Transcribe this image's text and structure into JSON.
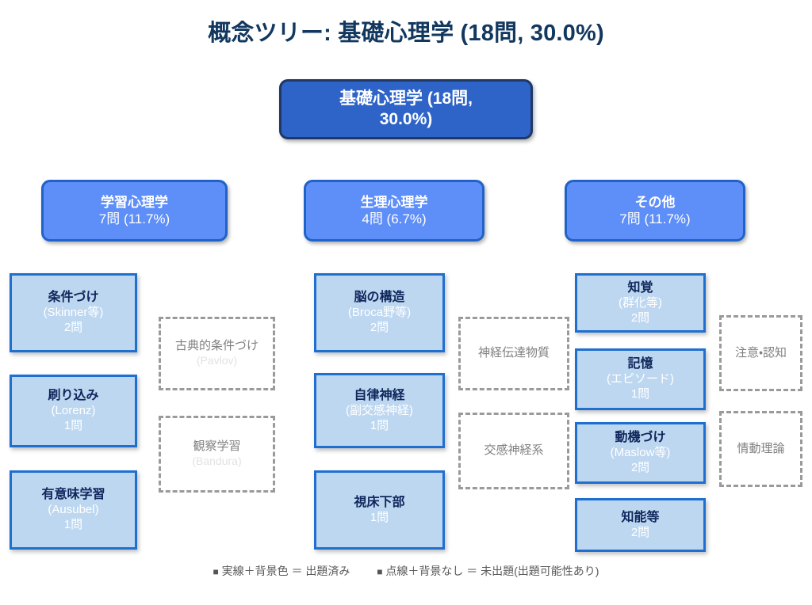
{
  "title": "概念ツリー: 基礎心理学 (18問, 30.0%)",
  "root": {
    "line1": "基礎心理学 (18問,",
    "line2": "30.0%)"
  },
  "categories": [
    {
      "name": "学習心理学",
      "stat": "7問 (11.7%)"
    },
    {
      "name": "生理心理学",
      "stat": "4問 (6.7%)"
    },
    {
      "name": "その他",
      "stat": "7問 (11.7%)"
    }
  ],
  "leaves_learning": [
    {
      "name": "条件づけ",
      "note": "(Skinner等)",
      "count": "2問"
    },
    {
      "name": "刷り込み",
      "note": "(Lorenz)",
      "count": "1問"
    },
    {
      "name": "有意味学習",
      "note": "(Ausubel)",
      "count": "1問"
    }
  ],
  "dashed_learning": [
    {
      "name": "古典的条件づけ",
      "note": "(Pavlov)"
    },
    {
      "name": "観察学習",
      "note": "(Bandura)"
    }
  ],
  "leaves_physio": [
    {
      "name": "脳の構造",
      "note": "(Broca野等)",
      "count": "2問"
    },
    {
      "name": "自律神経",
      "note": "(副交感神経)",
      "count": "1問"
    },
    {
      "name": "視床下部",
      "note": "",
      "count": "1問"
    }
  ],
  "dashed_physio": [
    {
      "name": "神経伝達物質",
      "note": ""
    },
    {
      "name": "交感神経系",
      "note": ""
    }
  ],
  "leaves_other": [
    {
      "name": "知覚",
      "note": "(群化等)",
      "count": "2問"
    },
    {
      "name": "記憶",
      "note": "(エピソード)",
      "count": "1問"
    },
    {
      "name": "動機づけ",
      "note": "(Maslow等)",
      "count": "2問"
    },
    {
      "name": "知能等",
      "note": "",
      "count": "2問"
    }
  ],
  "dashed_other": [
    {
      "name": "注意・認知",
      "note": ""
    },
    {
      "name": "情動理論",
      "note": ""
    }
  ],
  "legend": {
    "marker": "■",
    "solid_text": "実線＋背景色 ＝ 出題済み",
    "dashed_text": "点線＋背景なし ＝ 未出題(出題可能性あり)"
  },
  "colors": {
    "title": "#12385F",
    "root_fill": "#2E63C8",
    "root_border": "#1F3864",
    "category_fill": "#5E8EF7",
    "category_border": "#1F63C8",
    "leaf_fill": "#BDD7F0",
    "leaf_border": "#1F6FD0",
    "dashed_border": "#9A9A9A",
    "background": "#FFFFFF"
  }
}
